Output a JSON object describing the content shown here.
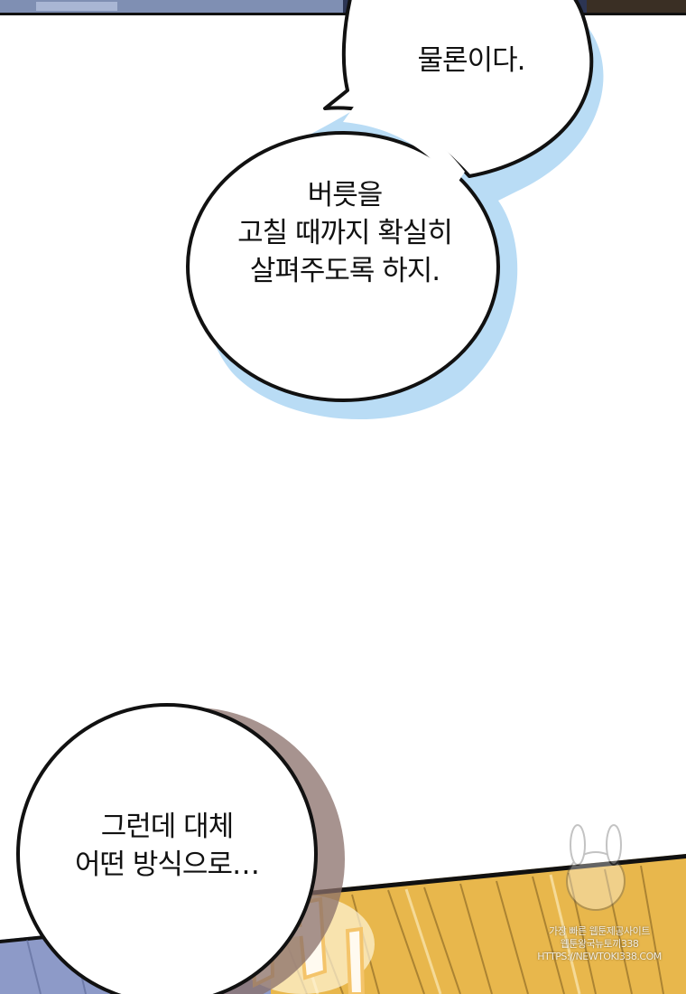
{
  "bubbles": {
    "first": {
      "lines": [
        "물론이다."
      ]
    },
    "second": {
      "lines": [
        "버릇을",
        "고칠 때까지 확실히",
        "살펴주도록 하지."
      ]
    },
    "third": {
      "lines": [
        "그런데 대체",
        "어떤 방식으로…"
      ]
    }
  },
  "watermark": {
    "line1": "가장 빠른 웹툰제공사이트",
    "line2": "웹툰왕국뉴토끼338",
    "line3": "HTTPS://NEWTOKI338.COM"
  },
  "colors": {
    "bubble_fill": "#ffffff",
    "bubble_stroke": "#111111",
    "bubble_shadow_blue": "#b9dcf5",
    "bubble_shadow_brown": "#8a6f6a",
    "panel_gold": "#e8b74c",
    "panel_dark": "#2c3553",
    "panel_blue_gray": "#8d9ac8"
  }
}
